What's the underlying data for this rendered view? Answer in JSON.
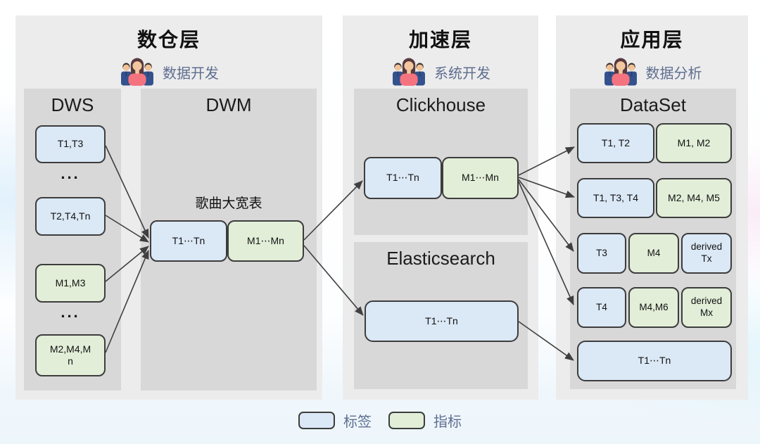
{
  "colors": {
    "panel_bg": "#ececec",
    "subpanel_bg": "#d8d8d8",
    "tag_fill": "#dbe8f6",
    "metric_fill": "#e2eed8",
    "box_border": "#3d3d3d",
    "arrow": "#3f3f3f",
    "role_text": "#5e6e90"
  },
  "layers": {
    "warehouse": {
      "title": "数仓层",
      "role": "数据开发"
    },
    "acceleration": {
      "title": "加速层",
      "role": "系统开发"
    },
    "application": {
      "title": "应用层",
      "role": "数据分析"
    }
  },
  "sections": {
    "dws": {
      "title": "DWS",
      "boxes": {
        "b1": "T1,T3",
        "dots1": "...",
        "b2": "T2,T4,Tn",
        "b3": "M1,M3",
        "dots2": "...",
        "b4": "M2,M4,Mn"
      }
    },
    "dwm": {
      "title": "DWM",
      "note": "歌曲大宽表",
      "tag": "T1⋯Tn",
      "metric": "M1⋯Mn"
    },
    "clickhouse": {
      "title": "Clickhouse",
      "tag": "T1⋯Tn",
      "metric": "M1⋯Mn"
    },
    "elasticsearch": {
      "title": "Elasticsearch",
      "tag": "T1⋯Tn"
    },
    "dataset": {
      "title": "DataSet",
      "rows": {
        "r1": {
          "tag": "T1, T2",
          "metric": "M1, M2"
        },
        "r2": {
          "tag": "T1, T3, T4",
          "metric": "M2, M4, M5"
        },
        "r3": {
          "tag": "T3",
          "metric": "M4",
          "derived": "derived Tx"
        },
        "r4": {
          "tag": "T4",
          "metric": "M4,M6",
          "derived": "derived Mx"
        },
        "r5": {
          "tag": "T1⋯Tn"
        }
      }
    }
  },
  "legend": {
    "tag": "标签",
    "metric": "指标"
  },
  "arrows": [
    [
      150,
      207,
      211,
      338
    ],
    [
      150,
      306,
      211,
      344
    ],
    [
      150,
      400,
      211,
      350
    ],
    [
      150,
      501,
      211,
      356
    ],
    [
      432,
      341,
      515,
      257
    ],
    [
      432,
      349,
      516,
      448
    ],
    [
      737,
      249,
      816,
      209
    ],
    [
      737,
      252,
      816,
      280
    ],
    [
      737,
      255,
      815,
      357
    ],
    [
      737,
      258,
      815,
      433
    ],
    [
      737,
      457,
      815,
      512
    ]
  ]
}
